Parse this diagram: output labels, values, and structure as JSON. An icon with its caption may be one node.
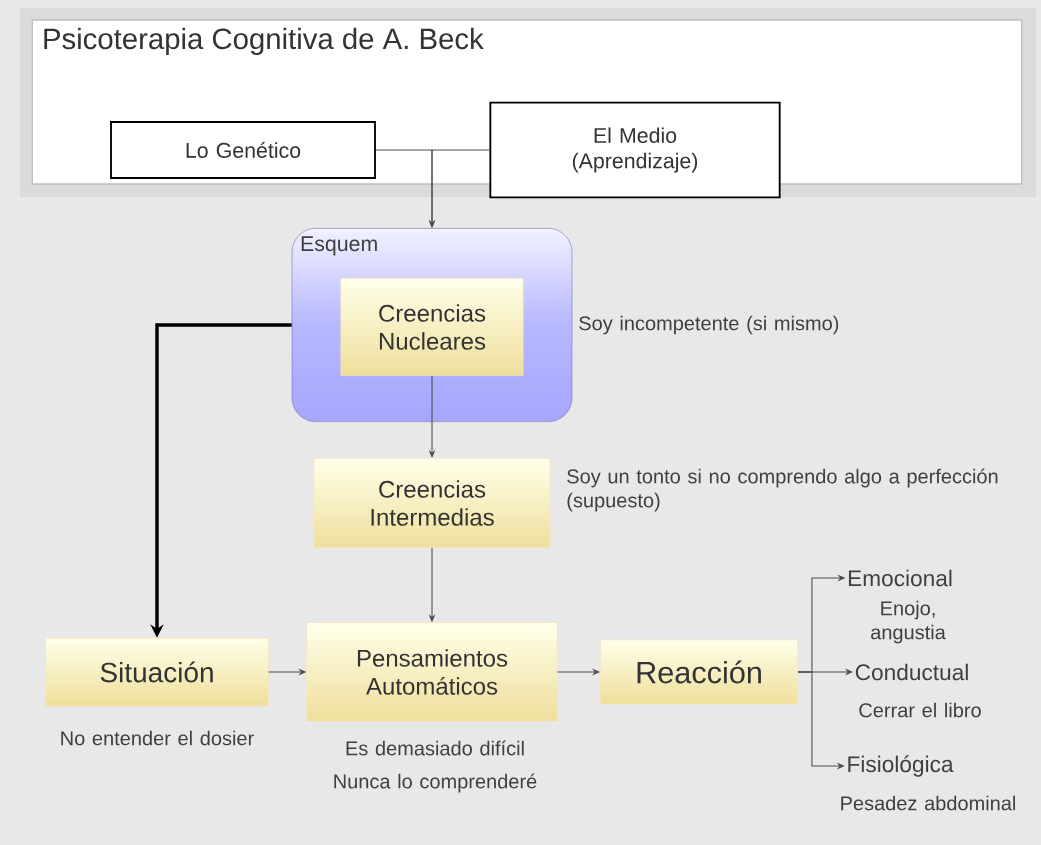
{
  "diagram": {
    "nodes": [
      {
        "text": [
          "Psicoterapia Cognitiva de A. Beck"
        ]
      },
      {
        "text": [
          "Lo Genético"
        ],
        "in": 0
      },
      {
        "text": [
          "El Medio (Aprendizaje)"
        ],
        "in": 0
      },
      {
        "text": [
          "Esquem"
        ]
      },
      {
        "text": [
          "Creencias Nucleares"
        ],
        "in": 3,
        "beside": [
          "Soy incompetente (si mismo)"
        ]
      },
      {
        "text": [
          "Creencias Intermedias"
        ],
        "beside": [
          "Soy un tonto si no comprendo algo a perfección (supuesto)"
        ]
      },
      {
        "text": [
          "Situación"
        ],
        "beside": [
          "No entender el dosier"
        ]
      },
      {
        "text": [
          "Pensamientos Automáticos"
        ],
        "beside": [
          "Es demasiado difícil",
          "Nunca lo comprenderé"
        ]
      },
      {
        "text": [
          "Reacción"
        ]
      },
      {
        "text": [
          "Emocional"
        ],
        "beside": [
          "Enojo, angustia"
        ]
      },
      {
        "text": [
          "Conductual"
        ],
        "beside": [
          "Cerrar el libro"
        ]
      },
      {
        "text": [
          "Fisiológica"
        ],
        "beside": [
          "Pesadez abdominal"
        ]
      }
    ],
    "edges": [
      {
        "from": 1,
        "to": 3,
        "arrow": "to"
      },
      {
        "from": 2,
        "to": 3,
        "arrow": "to"
      },
      {
        "from": 4,
        "to": 5,
        "arrow": "to"
      },
      {
        "from": 3,
        "to": 6,
        "arrow": "to",
        "style": "thick"
      },
      {
        "from": 5,
        "to": 7,
        "arrow": "to"
      },
      {
        "from": 6,
        "to": 7,
        "arrow": "to"
      },
      {
        "from": 7,
        "to": 8,
        "arrow": "to"
      },
      {
        "from": 8,
        "to": 9,
        "arrow": "to"
      },
      {
        "from": 8,
        "to": 10,
        "arrow": "to"
      },
      {
        "from": 8,
        "to": 11,
        "arrow": "to"
      }
    ]
  }
}
